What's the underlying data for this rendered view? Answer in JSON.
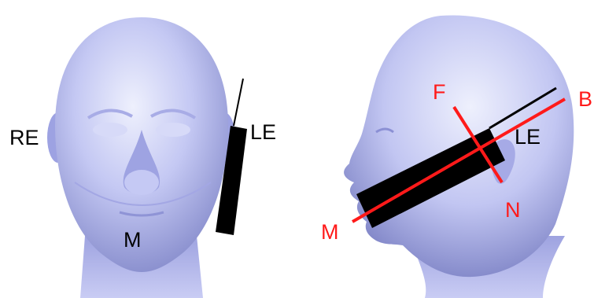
{
  "colors": {
    "head_light": "#ebeefc",
    "head_mid": "#b9bdf0",
    "head_dark": "#6e74b8",
    "ink": "#000000",
    "axis_red": "#ff1a1a"
  },
  "front_view": {
    "labels": {
      "right_ear": "RE",
      "left_ear": "LE",
      "mouth": "M"
    }
  },
  "side_view": {
    "labels": {
      "front_point": "F",
      "back_point": "B",
      "left_ear": "LE",
      "neck_point": "N",
      "mouth_point": "M"
    }
  }
}
